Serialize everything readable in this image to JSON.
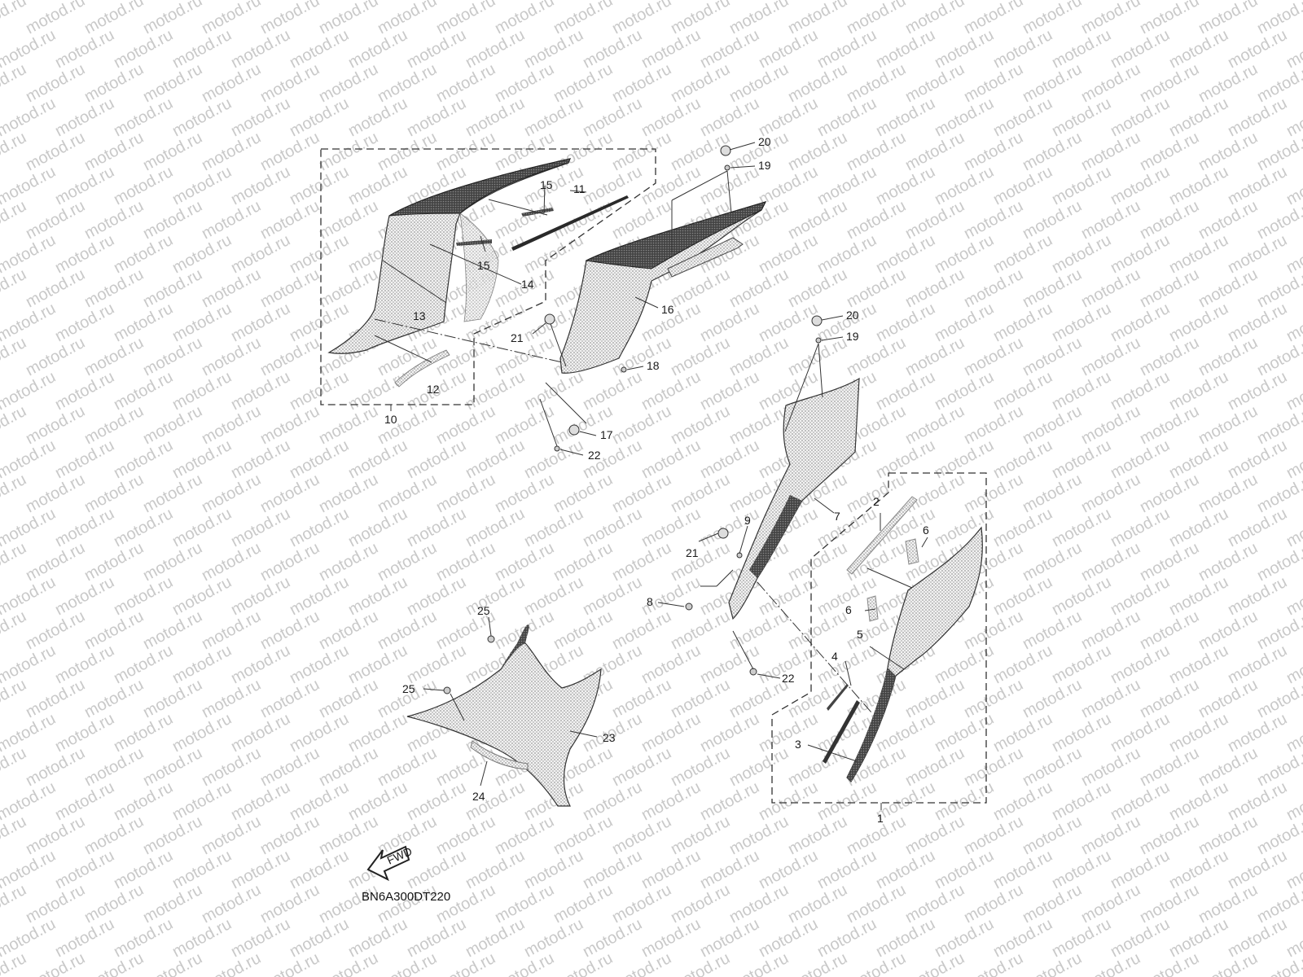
{
  "watermark_text": "motod.ru",
  "diagram_code": "BN6A300DT220",
  "fwd_label": "FWD",
  "callouts": {
    "c1": "1",
    "c2": "2",
    "c3": "3",
    "c4": "4",
    "c5": "5",
    "c6a": "6",
    "c6b": "6",
    "c7": "7",
    "c8": "8",
    "c9": "9",
    "c10": "10",
    "c11": "11",
    "c12": "12",
    "c13": "13",
    "c14": "14",
    "c15a": "15",
    "c15b": "15",
    "c16": "16",
    "c17": "17",
    "c18": "18",
    "c19a": "19",
    "c19b": "19",
    "c20a": "20",
    "c20b": "20",
    "c21a": "21",
    "c21b": "21",
    "c22a": "22",
    "c22b": "22",
    "c23": "23",
    "c24": "24",
    "c25a": "25",
    "c25b": "25"
  },
  "colors": {
    "line": "#333333",
    "part_fill": "#dcdcdc",
    "dark_edge": "#2a2a2a",
    "watermark": "#c9c9c9"
  }
}
